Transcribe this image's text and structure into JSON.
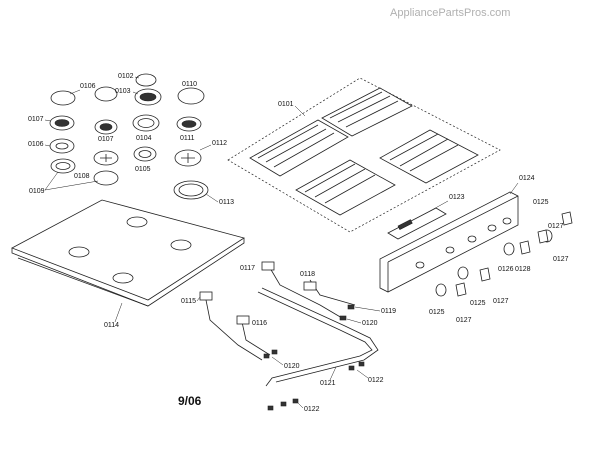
{
  "watermark": "AppliancePartsPros.com",
  "date_code": "9/06",
  "labels": {
    "p0101": "0101",
    "p0102": "0102",
    "p0103": "0103",
    "p0104": "0104",
    "p0105": "0105",
    "p0106a": "0106",
    "p0106b": "0106",
    "p0107a": "0107",
    "p0107b": "0107",
    "p0108": "0108",
    "p0109": "0109",
    "p0110": "0110",
    "p0111": "0111",
    "p0112": "0112",
    "p0113": "0113",
    "p0114": "0114",
    "p0115": "0115",
    "p0116": "0116",
    "p0117": "0117",
    "p0118": "0118",
    "p0119": "0119",
    "p0120a": "0120",
    "p0120b": "0120",
    "p0121": "0121",
    "p0122a": "0122",
    "p0122b": "0122",
    "p0123": "0123",
    "p0124": "0124",
    "p0125a": "0125",
    "p0125b": "0125",
    "p0125c": "0125",
    "p0126": "0126",
    "p0127a": "0127",
    "p0127b": "0127",
    "p0127c": "0127",
    "p0127d": "0127",
    "p0128": "0128"
  }
}
